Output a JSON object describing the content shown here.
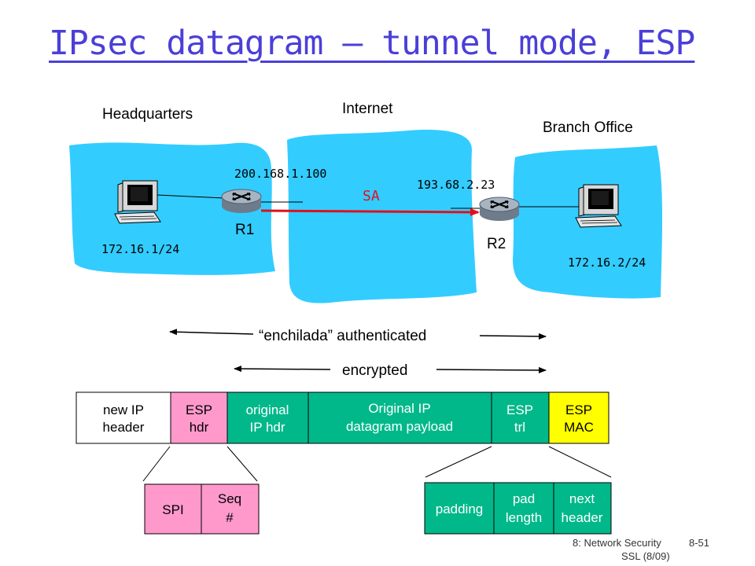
{
  "title": "IPsec datagram – tunnel mode, ESP",
  "network": {
    "headquarters": "Headquarters",
    "internet": "Internet",
    "branch": "Branch Office",
    "r1_ip": "200.168.1.100",
    "r2_ip": "193.68.2.23",
    "sa": "SA",
    "r1": "R1",
    "r2": "R2",
    "hq_subnet": "172.16.1/24",
    "branch_subnet": "172.16.2/24"
  },
  "ranges": {
    "authenticated": "“enchilada” authenticated",
    "encrypted": "encrypted"
  },
  "datagram": {
    "new_ip_1": "new IP",
    "new_ip_2": "header",
    "esp_hdr_1": "ESP",
    "esp_hdr_2": "hdr",
    "orig_ip_1": "original",
    "orig_ip_2": "IP hdr",
    "payload_1": "Original IP",
    "payload_2": "datagram payload",
    "esp_trl_1": "ESP",
    "esp_trl_2": "trl",
    "esp_mac_1": "ESP",
    "esp_mac_2": "MAC"
  },
  "esp_header_fields": {
    "spi": "SPI",
    "seq_1": "Seq",
    "seq_2": "#"
  },
  "esp_trailer_fields": {
    "padding": "padding",
    "pad_1": "pad",
    "pad_2": "length",
    "next_1": "next",
    "next_2": "header"
  },
  "footer": {
    "course": "8: Network Security",
    "page": "8-51",
    "sub": "SSL (8/09)"
  },
  "colors": {
    "title": "#4b3fd8",
    "cloud": "#33ccff",
    "esp_pink": "#ff99cc",
    "green": "#00b88a",
    "yellow": "#ffff00",
    "sa_arrow": "#e0101a"
  }
}
